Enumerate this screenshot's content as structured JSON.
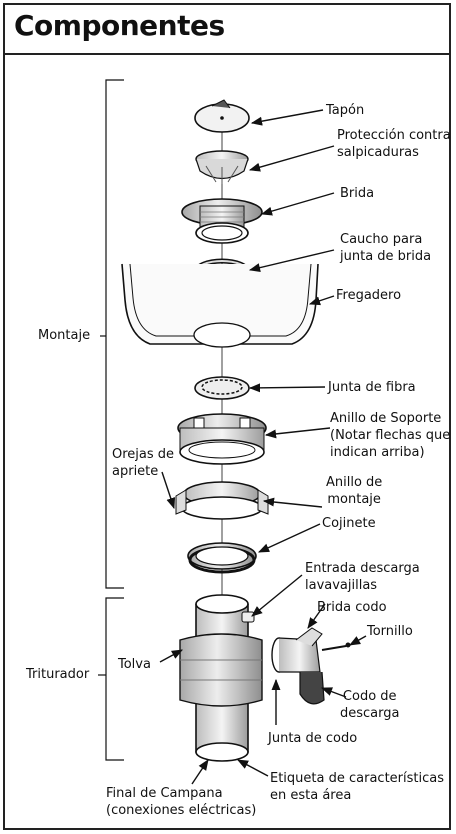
{
  "title": "Componentes",
  "groups": {
    "montaje": "Montaje",
    "triturador": "Triturador"
  },
  "labels": {
    "tapon": "Tapón",
    "proteccion": "Protección contra\nsalpicaduras",
    "brida": "Brida",
    "caucho": "Caucho para\njunta de brida",
    "fregadero": "Fregadero",
    "junta_fibra": "Junta de fibra",
    "anillo_soporte": "Anillo de Soporte\n(Notar flechas que\nindican arriba)",
    "orejas": "Orejas de\napriete",
    "anillo_montaje": "Anillo de\nmontaje",
    "cojinete": "Cojinete",
    "entrada": "Entrada descarga\nlavavajillas",
    "brida_codo": "Brida codo",
    "tornillo": "Tornillo",
    "tolva": "Tolva",
    "codo": "Codo de\ndescarga",
    "junta_codo": "Junta de codo",
    "final": "Final de Campana\n(conexiones eléctricas)",
    "etiqueta": "Etiqueta de características\nen esta área"
  },
  "colors": {
    "line": "#111111",
    "part_fill": "#e6e6e6",
    "dark": "#333333"
  }
}
